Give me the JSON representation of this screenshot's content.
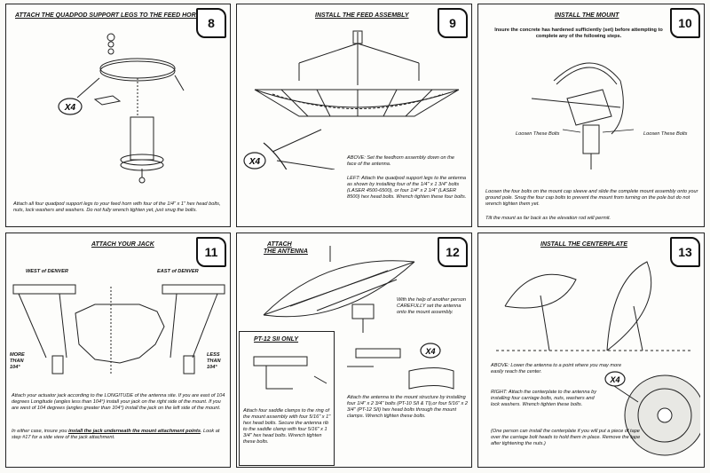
{
  "panels": {
    "p8": {
      "number": "8",
      "title": "ATTACH THE QUADPOD SUPPORT LEGS TO THE FEED HORN",
      "multiplier": "X4",
      "text": "Attach all four quadpod support legs to your feed horn with four of the 1/4\" x 1\" hex head bolts, nuts, lock washers and washers. Do not fully wrench tighten yet, just snug the bolts."
    },
    "p9": {
      "number": "9",
      "title": "INSTALL THE FEED ASSEMBLY",
      "multiplier": "X4",
      "text_above": "ABOVE: Set the feedhorn assembly down on the face of the antenna.",
      "text_left": "LEFT: Attach the quadpod support legs to the antenna as shown by installing four of the 1/4\" x 1 3/4\" bolts (LASER 4500-6500), or four 1/4\" x 2 1/4\" (LASER 8500) hex head bolts.  Wrench tighten these four bolts."
    },
    "p10": {
      "number": "10",
      "title": "INSTALL THE MOUNT",
      "intro": "Insure the concrete has hardened sufficiently (set) before attempting to complete any of the following steps.",
      "label_left": "Loosen These Bolts",
      "label_right": "Loosen These Bolts",
      "text": "Loosen the four bolts on the mount cap sleeve and slide the complete mount assembly onto your ground pole.  Snug the four cap bolts to prevent the mount from turning on the pole but do not wrench tighten them yet.",
      "text2": "Tilt the mount as far back as the elevation rod will permit."
    },
    "p11": {
      "number": "11",
      "title": "ATTACH YOUR JACK",
      "west": "WEST of DENVER",
      "east": "EAST of DENVER",
      "more": "MORE",
      "than_left": "THAN",
      "deg_left": "104°",
      "less": "LESS",
      "than_right": "THAN",
      "deg_right": "104°",
      "text": "Attach your actuator jack according to the LONGITUDE of the antenna site.  If you are east of 104 degrees Longitude (angles less than 104°) install your jack on the right side of the mount. If you are west of 104 degrees (angles greater than 104°) install the jack on the left side of the mount.",
      "text2_a": "In either case, insure you ",
      "text2_b": "install the jack underneath the mount attachment points",
      "text2_c": ".  Look at step #17 for a side view of the jack attachment."
    },
    "p12": {
      "number": "12",
      "title_line1": "ATTACH",
      "title_line2": "THE ANTENNA",
      "text_help": "With the help of another person CAREFULLY set the antenna onto the mount assembly.",
      "sub_title": "PT-12 SII ONLY",
      "text_sub": "Attach four saddle clamps to the ring of the mount assembly with four 5/16\" x 1\" hex head bolts.  Secure the antenna rib to the saddle clamp with four 5/16\" x 1 3/4\" hex head bolts. Wrench tighten these bolts.",
      "multiplier": "X4",
      "text_attach": "Attach the antenna to the mount structure by installing four 1/4\" x 2 3/4\" bolts (PT-10 SII & TI),or four 5/16\" x 2 3/4\" (PT-12 SII) hex head bolts through the mount clamps.  Wrench tighten these bolts."
    },
    "p13": {
      "number": "13",
      "title": "INSTALL THE CENTERPLATE",
      "multiplier": "X4",
      "text_above": "ABOVE: Lower the antenna to a point where you may more easily reach the center.",
      "text_right": "RIGHT: Attach the centerplate to the antenna by installing four carriage bolts, nuts, washers and lock washers.  Wrench tighten these bolts.",
      "text_note": "(One person can install the centerplate if you will put a piece of tape over the carriage bolt heads to hold them in place.  Remove the tape after tightening the nuts.)"
    }
  }
}
